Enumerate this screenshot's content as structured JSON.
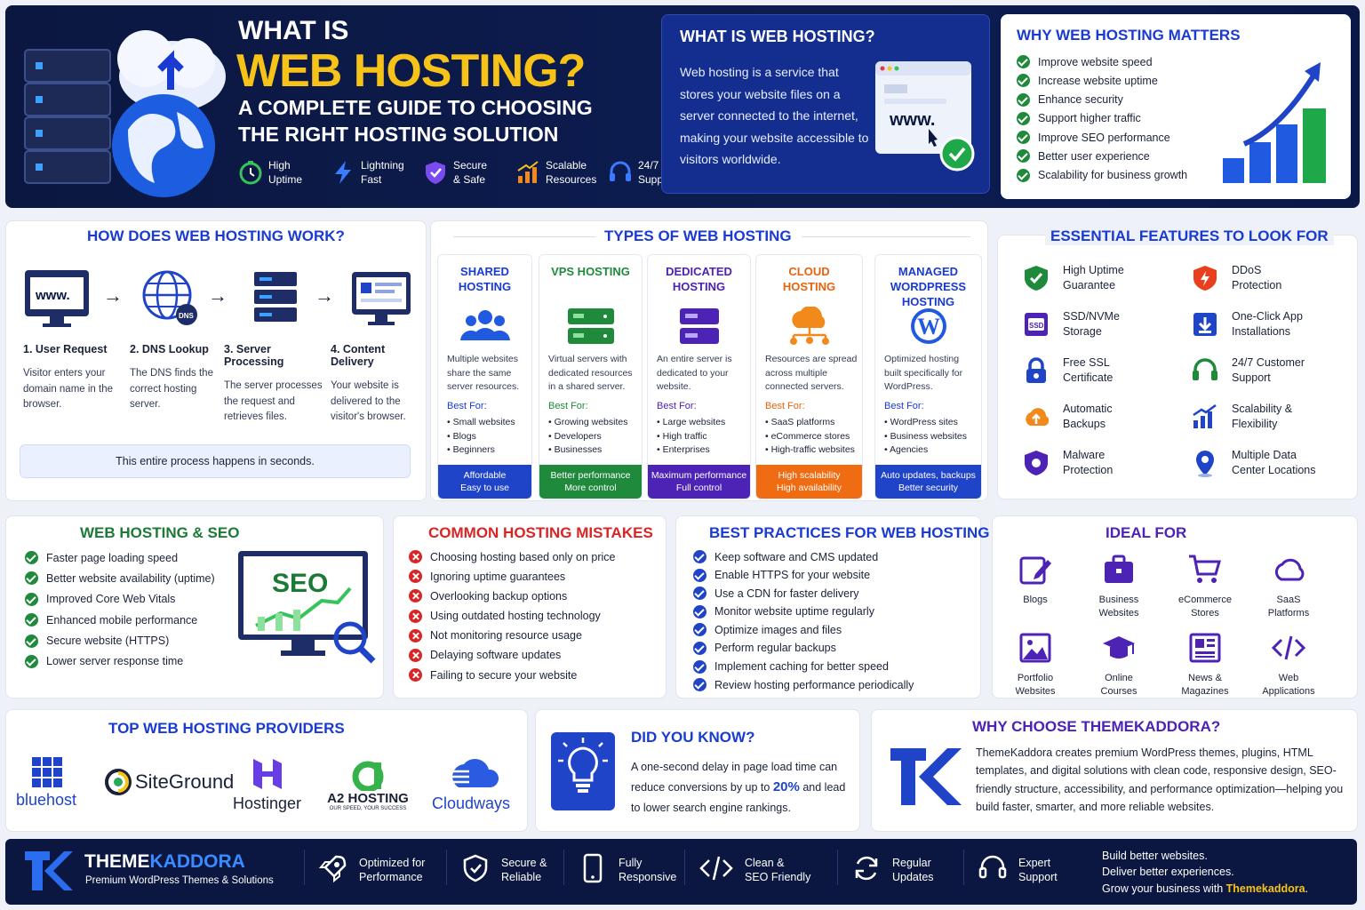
{
  "hero": {
    "title_line1": "WHAT IS",
    "title_line2": "WEB HOSTING?",
    "subtitle_line1": "A COMPLETE GUIDE TO CHOOSING",
    "subtitle_line2": "THE RIGHT HOSTING SOLUTION",
    "features": [
      {
        "l1": "High",
        "l2": "Uptime",
        "icon": "stopwatch-icon"
      },
      {
        "l1": "Lightning",
        "l2": "Fast",
        "icon": "lightning-icon"
      },
      {
        "l1": "Secure",
        "l2": "& Safe",
        "icon": "shield-icon"
      },
      {
        "l1": "Scalable",
        "l2": "Resources",
        "icon": "chart-icon"
      },
      {
        "l1": "24/7",
        "l2": "Support",
        "icon": "headset-icon"
      }
    ],
    "browser_label": "www."
  },
  "what": {
    "title": "WHAT IS WEB HOSTING?",
    "text": "Web hosting is a service that stores your website files on a server connected to the internet, making your website accessible to visitors worldwide."
  },
  "why": {
    "title": "WHY WEB HOSTING MATTERS",
    "items": [
      "Improve website speed",
      "Increase website uptime",
      "Enhance security",
      "Support higher traffic",
      "Improve SEO performance",
      "Better user experience",
      "Scalability for business growth"
    ]
  },
  "how": {
    "title": "HOW DOES WEB HOSTING WORK?",
    "www": "www.",
    "dns": "DNS",
    "steps": [
      {
        "title": "1. User Request",
        "desc": "Visitor enters your domain name in the browser."
      },
      {
        "title": "2. DNS Lookup",
        "desc": "The DNS finds the correct hosting server."
      },
      {
        "title": "3. Server Processing",
        "desc": "The server processes the request and retrieves files."
      },
      {
        "title": "4. Content Delivery",
        "desc": "Your website is delivered to the visitor's browser."
      }
    ],
    "note": "This entire process happens in seconds."
  },
  "types": {
    "title": "TYPES OF WEB HOSTING",
    "best_for": "Best For:",
    "cols": [
      {
        "name": "SHARED HOSTING",
        "color": "#1a3bd1",
        "desc": "Multiple websites share the same server resources.",
        "items": [
          "Small websites",
          "Blogs",
          "Beginners"
        ],
        "f1": "Affordable",
        "f2": "Easy to use",
        "footColor": "#1f44c8"
      },
      {
        "name": "VPS HOSTING",
        "color": "#1f8a3c",
        "desc": "Virtual servers with dedicated resources in a shared server.",
        "items": [
          "Growing websites",
          "Developers",
          "Businesses"
        ],
        "f1": "Better performance",
        "f2": "More control",
        "footColor": "#1f8a3c"
      },
      {
        "name": "DEDICATED HOSTING",
        "color": "#4c23b5",
        "desc": "An entire server is dedicated to your website.",
        "items": [
          "Large websites",
          "High traffic",
          "Enterprises"
        ],
        "f1": "Maximum performance",
        "f2": "Full control",
        "footColor": "#4c23b5"
      },
      {
        "name": "CLOUD HOSTING",
        "color": "#e8630e",
        "desc": "Resources are spread across multiple connected servers.",
        "items": [
          "SaaS platforms",
          "eCommerce stores",
          "High-traffic websites"
        ],
        "f1": "High scalability",
        "f2": "High availability",
        "footColor": "#ef6c12"
      },
      {
        "name": "MANAGED WORDPRESS HOSTING",
        "color": "#1a3bd1",
        "desc": "Optimized hosting built specifically for WordPress.",
        "items": [
          "WordPress sites",
          "Business websites",
          "Agencies"
        ],
        "f1": "Auto updates, backups",
        "f2": "Better security",
        "footColor": "#1f44c8"
      }
    ]
  },
  "features": {
    "title": "ESSENTIAL FEATURES TO LOOK FOR",
    "items": [
      {
        "l1": "High Uptime",
        "l2": "Guarantee",
        "icon": "uptime-shield-icon"
      },
      {
        "l1": "DDoS",
        "l2": "Protection",
        "icon": "ddos-shield-icon"
      },
      {
        "l1": "SSD/NVMe",
        "l2": "Storage",
        "icon": "ssd-icon"
      },
      {
        "l1": "One-Click App",
        "l2": "Installations",
        "icon": "download-icon"
      },
      {
        "l1": "Free SSL",
        "l2": "Certificate",
        "icon": "lock-icon"
      },
      {
        "l1": "24/7 Customer",
        "l2": "Support",
        "icon": "headset-icon"
      },
      {
        "l1": "Automatic",
        "l2": "Backups",
        "icon": "cloud-backup-icon"
      },
      {
        "l1": "Scalability &",
        "l2": "Flexibility",
        "icon": "growth-chart-icon"
      },
      {
        "l1": "Malware",
        "l2": "Protection",
        "icon": "malware-shield-icon"
      },
      {
        "l1": "Multiple Data",
        "l2": "Center Locations",
        "icon": "location-pin-icon"
      }
    ],
    "ssd_label": "SSD"
  },
  "seo": {
    "title": "WEB HOSTING & SEO",
    "items": [
      "Faster page loading speed",
      "Better website availability (uptime)",
      "Improved Core Web Vitals",
      "Enhanced mobile performance",
      "Secure website (HTTPS)",
      "Lower server response time"
    ],
    "monitor_label": "SEO"
  },
  "mistakes": {
    "title": "COMMON HOSTING MISTAKES",
    "items": [
      "Choosing hosting based only on price",
      "Ignoring uptime guarantees",
      "Overlooking backup options",
      "Using outdated hosting technology",
      "Not monitoring resource usage",
      "Delaying software updates",
      "Failing to secure your website"
    ]
  },
  "practices": {
    "title": "BEST PRACTICES FOR WEB HOSTING",
    "items": [
      "Keep software and CMS updated",
      "Enable HTTPS for your website",
      "Use a CDN for faster delivery",
      "Monitor website uptime regularly",
      "Optimize images and files",
      "Perform regular backups",
      "Implement caching for better speed",
      "Review hosting performance periodically"
    ]
  },
  "ideal": {
    "title": "IDEAL FOR",
    "items": [
      {
        "l1": "Blogs",
        "l2": "",
        "icon": "blog-edit-icon"
      },
      {
        "l1": "Business",
        "l2": "Websites",
        "icon": "briefcase-icon"
      },
      {
        "l1": "eCommerce",
        "l2": "Stores",
        "icon": "cart-icon"
      },
      {
        "l1": "SaaS",
        "l2": "Platforms",
        "icon": "cloud-icon"
      },
      {
        "l1": "Portfolio",
        "l2": "Websites",
        "icon": "image-icon"
      },
      {
        "l1": "Online",
        "l2": "Courses",
        "icon": "graduation-cap-icon"
      },
      {
        "l1": "News &",
        "l2": "Magazines",
        "icon": "newspaper-icon"
      },
      {
        "l1": "Web",
        "l2": "Applications",
        "icon": "code-icon"
      }
    ]
  },
  "providers": {
    "title": "TOP WEB HOSTING PROVIDERS",
    "items": [
      {
        "name": "bluehost",
        "color": "#1f44c8"
      },
      {
        "name": "SiteGround",
        "color": "#1a2238"
      },
      {
        "name": "Hostinger",
        "color": "#1a2238"
      },
      {
        "name": "A2 HOSTING",
        "sub": "OUR SPEED, YOUR SUCCESS",
        "color": "#1a2238"
      },
      {
        "name": "Cloudways",
        "color": "#1f44c8"
      }
    ]
  },
  "dyk": {
    "title": "DID YOU KNOW?",
    "pre": "A one-second delay in page load time can reduce conversions by up to ",
    "highlight": "20%",
    "post": " and lead to lower search engine rankings."
  },
  "choose": {
    "title": "WHY CHOOSE THEMEKADDORA?",
    "text": "ThemeKaddora creates premium WordPress themes, plugins, HTML templates, and digital solutions with clean code, responsive design, SEO-friendly structure, accessibility, and performance optimization—helping you build faster, smarter, and more reliable websites."
  },
  "footer": {
    "brand1": "THEME",
    "brand2": "KADDORA",
    "tagline": "Premium WordPress Themes & Solutions",
    "items": [
      {
        "l1": "Optimized for",
        "l2": "Performance",
        "icon": "rocket-icon"
      },
      {
        "l1": "Secure &",
        "l2": "Reliable",
        "icon": "shield-icon"
      },
      {
        "l1": "Fully",
        "l2": "Responsive",
        "icon": "mobile-icon"
      },
      {
        "l1": "Clean &",
        "l2": "SEO Friendly",
        "icon": "code-icon"
      },
      {
        "l1": "Regular",
        "l2": "Updates",
        "icon": "refresh-icon"
      },
      {
        "l1": "Expert",
        "l2": "Support",
        "icon": "headset-icon"
      }
    ],
    "cta1": "Build better websites.",
    "cta2": "Deliver better experiences.",
    "cta3_pre": "Grow your business with ",
    "cta3_brand": "Themekaddora",
    "cta3_post": "."
  },
  "colors": {
    "navy": "#0b1740",
    "blue": "#1a3bd1",
    "yellow": "#f8c318",
    "green": "#1f8a3c",
    "red": "#d92525",
    "orange": "#ef6c12",
    "purple": "#4c23b5"
  }
}
